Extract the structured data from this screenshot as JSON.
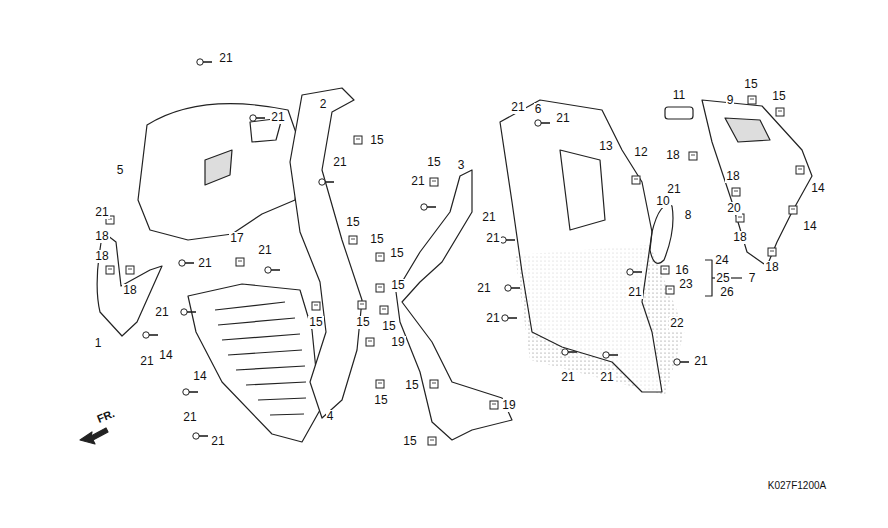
{
  "diagram": {
    "labels": [
      "21",
      "21",
      "5",
      "2",
      "15",
      "21",
      "21",
      "18",
      "18",
      "21",
      "17",
      "21",
      "15",
      "15",
      "15",
      "15",
      "18",
      "1",
      "21",
      "21",
      "14",
      "14",
      "15",
      "15",
      "15",
      "19",
      "21",
      "21",
      "4",
      "15",
      "3",
      "15",
      "21",
      "15",
      "15",
      "19",
      "21",
      "6",
      "21",
      "13",
      "12",
      "11",
      "9",
      "15",
      "15",
      "18",
      "21",
      "10",
      "8",
      "18",
      "20",
      "14",
      "14",
      "18",
      "18",
      "7",
      "24",
      "25",
      "26",
      "16",
      "23",
      "22",
      "21",
      "21",
      "21",
      "21",
      "21",
      "21",
      "21",
      "21",
      "FR.",
      "K027F1200A"
    ]
  }
}
